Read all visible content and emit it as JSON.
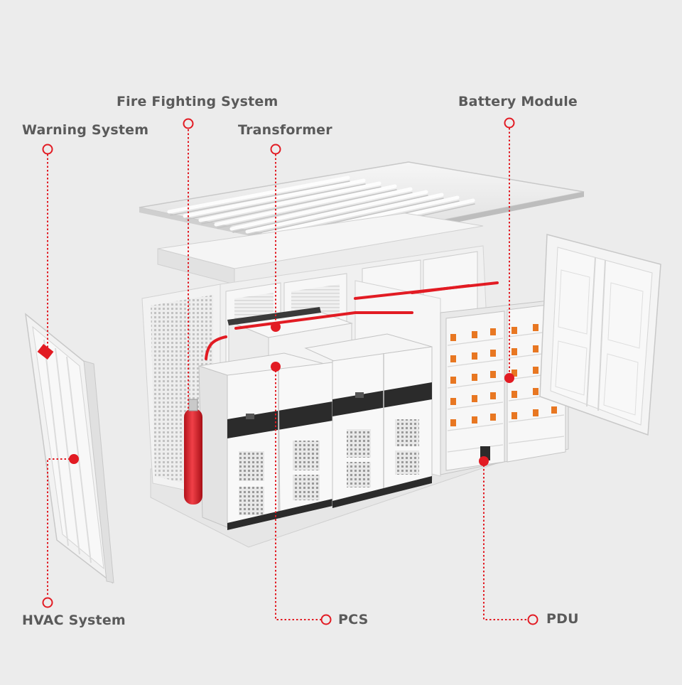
{
  "colors": {
    "background": "#ececec",
    "accent_red": "#e21b23",
    "label_gray": "#5a5a5a",
    "panel_white": "#f4f4f4",
    "dark_band": "#2b2b2b",
    "battery_orange": "#e87722"
  },
  "labels": {
    "fire_fighting": "Fire Fighting System",
    "warning": "Warning System",
    "transformer": "Transformer",
    "battery": "Battery Module",
    "hvac": "HVAC System",
    "pcs": "PCS",
    "pdu": "PDU"
  }
}
